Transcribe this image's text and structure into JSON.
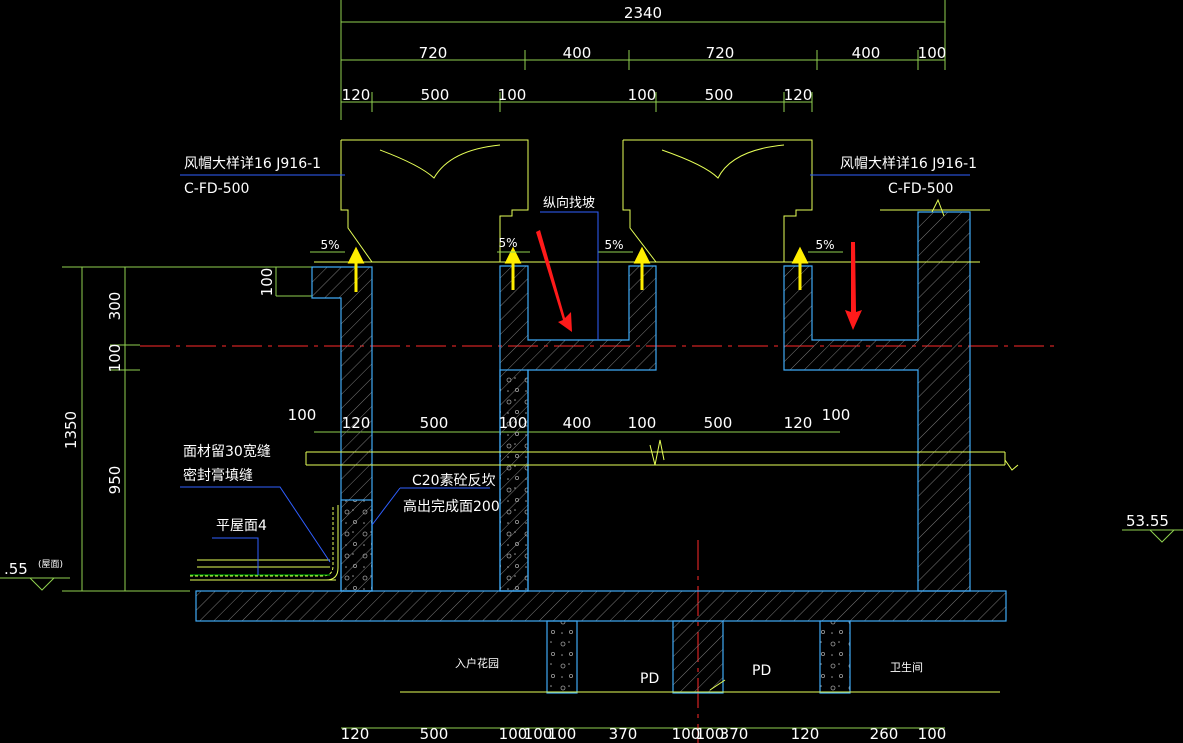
{
  "colors": {
    "background": "#000000",
    "dim": "#8fd14f",
    "outline": "#e6ff57",
    "wall": "#3fa9f5",
    "centerline": "#ff2a2a",
    "note": "#ffffff",
    "arrow_yellow": "#ffee00",
    "arrow_red": "#ff1a1a",
    "leader": "#2f5fff"
  },
  "dims": {
    "overall": "2340",
    "top_row1": [
      "720",
      "400",
      "720",
      "400",
      "100"
    ],
    "top_row2": [
      "120",
      "500",
      "100",
      "100",
      "500",
      "120"
    ],
    "mid_row": [
      "100",
      "120",
      "500",
      "100",
      "400",
      "100",
      "500",
      "120",
      "100"
    ],
    "bottom_row": [
      "120",
      "500",
      "100",
      "100",
      "100",
      "370",
      "100",
      "100",
      "370",
      "120",
      "260",
      "100"
    ],
    "left_total": "1350",
    "left_parts": [
      "300",
      "100",
      "950"
    ],
    "left_small": "100"
  },
  "slopes": [
    "5%",
    "5%",
    "5%",
    "5%"
  ],
  "labels": {
    "hood_left_line1": "风帽大样详16 J916-1",
    "hood_left_line2": "C-FD-500",
    "hood_right_line1": "风帽大样详16 J916-1",
    "hood_right_line2": "C-FD-500",
    "slope_note": "纵向找坡",
    "gap_note_line1": "面材留30宽缝",
    "gap_note_line2": "密封膏填缝",
    "c20_line1": "C20素砼反坎",
    "c20_line2": "高出完成面200",
    "roof_note": "平屋面4",
    "elev_left": ".55",
    "elev_left_tag": "(屋面)",
    "elev_right": "53.55",
    "room_garden": "入户花园",
    "room_pd1": "PD",
    "room_pd2": "PD",
    "room_wc": "卫生间"
  }
}
